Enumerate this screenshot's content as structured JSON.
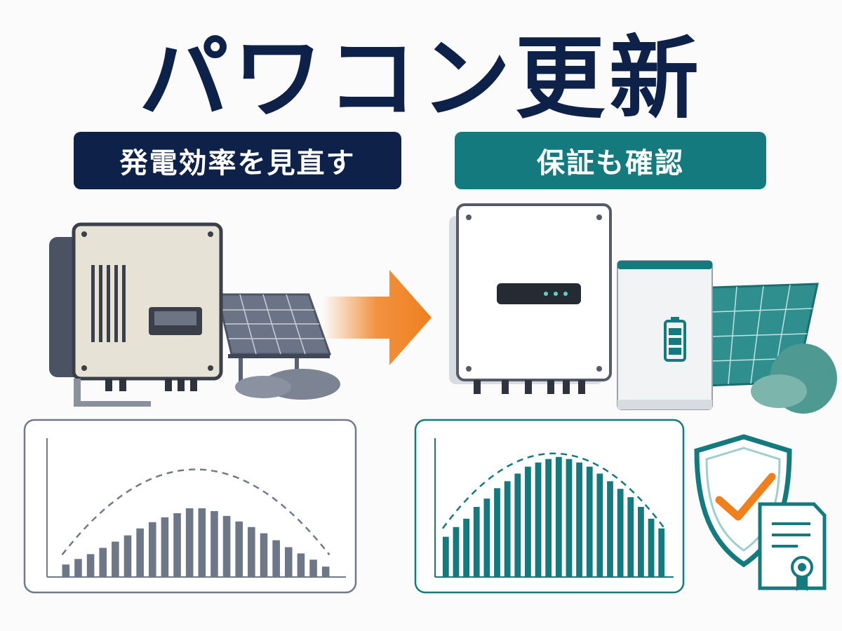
{
  "title": "パワコン更新",
  "left_label": "発電効率を見直す",
  "right_label": "保証も確認",
  "colors": {
    "navy": "#0d2149",
    "teal": "#147a7d",
    "gray_bar": "#6e7787",
    "orange": "#f07f1e"
  },
  "chart_data": [
    {
      "type": "bar",
      "name_hint": "old",
      "values": [
        18,
        26,
        33,
        42,
        51,
        60,
        70,
        79,
        86,
        92,
        99,
        99,
        95,
        88,
        80,
        72,
        63,
        53,
        43,
        34,
        25,
        15
      ],
      "ideal_curve": [
        32,
        155
      ],
      "ylim": [
        0,
        200
      ]
    },
    {
      "type": "bar",
      "name_hint": "new",
      "values": [
        58,
        72,
        84,
        101,
        113,
        128,
        138,
        149,
        159,
        165,
        170,
        173,
        170,
        165,
        159,
        149,
        138,
        127,
        115,
        101,
        84,
        70
      ],
      "ideal_curve": [
        70,
        178
      ],
      "ylim": [
        0,
        200
      ]
    }
  ]
}
